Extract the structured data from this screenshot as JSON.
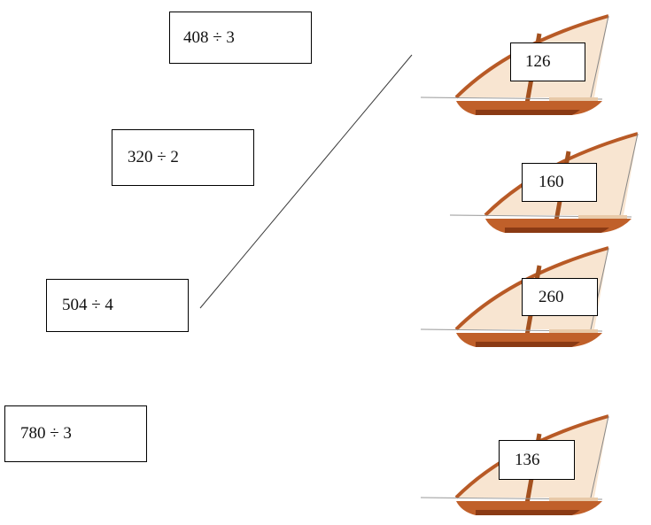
{
  "expressions": [
    {
      "text": "408 ÷ 3"
    },
    {
      "text": "320 ÷ 2"
    },
    {
      "text": "504 ÷ 4"
    },
    {
      "text": "780 ÷ 3"
    }
  ],
  "answers": [
    {
      "text": "126"
    },
    {
      "text": "160"
    },
    {
      "text": "260"
    },
    {
      "text": "136"
    }
  ],
  "colors": {
    "hull": "#c0602a",
    "hull_dark": "#8a3a14",
    "mast": "#a4511f",
    "sail": "#f6dcc2",
    "line": "#3a3a3a"
  }
}
